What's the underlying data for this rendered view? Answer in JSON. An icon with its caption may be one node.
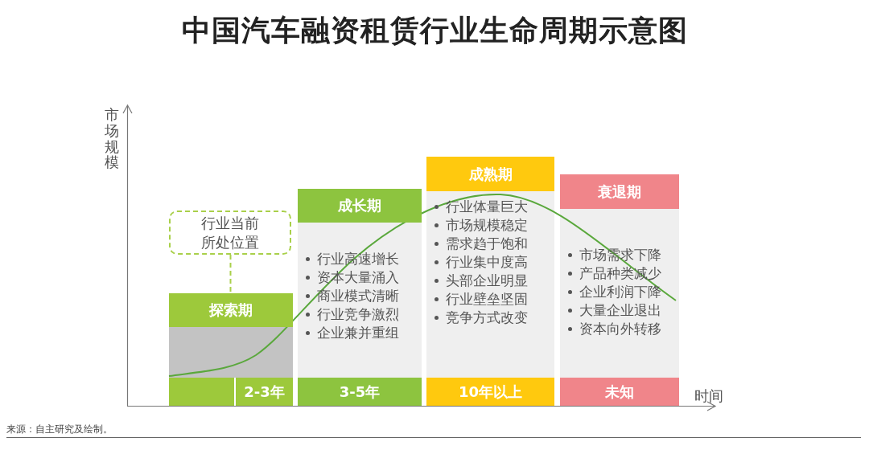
{
  "diagram": {
    "title": "中国汽车融资租赁行业生命周期示意图",
    "nodes": [
      {
        "text": [
          "行业当前所处位置"
        ]
      },
      {
        "text": [
          "探索期",
          "2-3年"
        ]
      },
      {
        "text": [
          "成长期",
          "行业高速增长",
          "资本大量涌入",
          "商业模式清晰",
          "行业竞争激烈",
          "企业兼并重组",
          "3-5年"
        ]
      },
      {
        "text": [
          "成熟期",
          "行业体量巨大",
          "市场规模稳定",
          "需求趋于饱和",
          "行业集中度高",
          "头部企业明显",
          "行业壁垒坚固",
          "竞争方式改变",
          "10年以上"
        ]
      },
      {
        "text": [
          "衰退期",
          "市场需求下降",
          "产品种类减少",
          "企业利润下降",
          "大量企业退出",
          "资本向外转移",
          "未知"
        ]
      }
    ],
    "edges": [
      {
        "from": 0,
        "to": 1,
        "arrow": "none",
        "style": "dashed"
      }
    ],
    "labels": [
      "市场规模",
      "时间",
      "来源：自主研究及绘制。"
    ]
  }
}
